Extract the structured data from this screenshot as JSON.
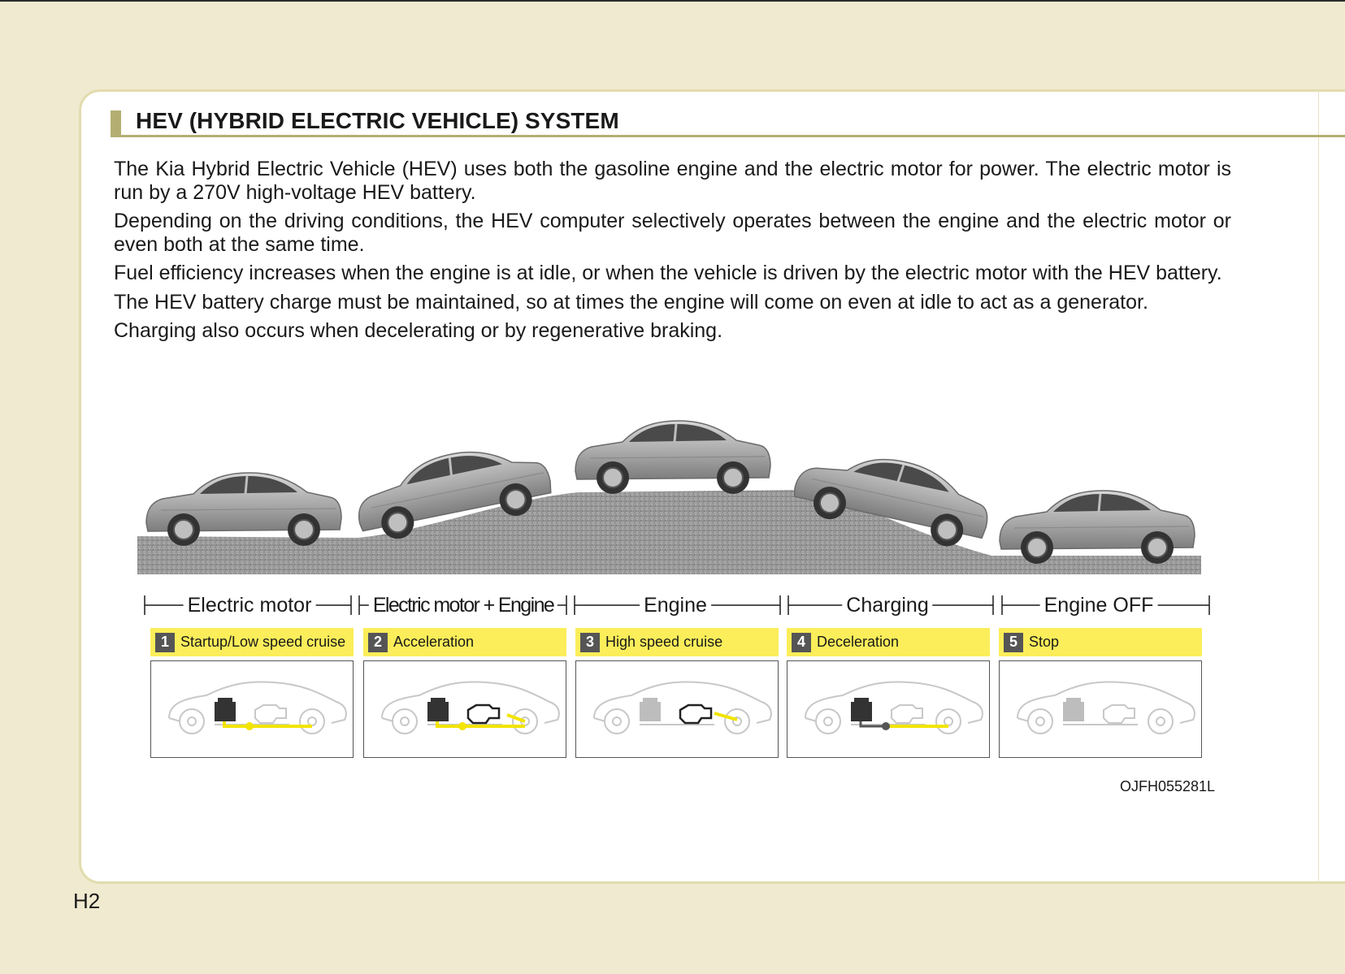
{
  "section": {
    "title": "HEV (HYBRID ELECTRIC VEHICLE) SYSTEM",
    "paragraphs": [
      "The Kia Hybrid Electric Vehicle (HEV) uses both the gasoline engine and the electric motor for power. The electric motor is run by a 270V high-voltage HEV battery.",
      "Depending on the driving conditions, the HEV computer selectively operates between the engine and the electric motor or even both at the same time.",
      "Fuel efficiency increases when the engine is at idle, or when the vehicle is driven by the electric motor with the HEV battery.",
      "The HEV battery charge must be maintained, so at times the engine will come on even at idle to act as a generator.",
      "Charging also occurs when decelerating or by regenerative braking."
    ]
  },
  "illustration": {
    "modes": [
      "Electric motor",
      "Electric motor + Engine",
      "Engine",
      "Charging",
      "Engine OFF"
    ],
    "steps": [
      {
        "number": "1",
        "label": "Startup/Low speed cruise"
      },
      {
        "number": "2",
        "label": "Acceleration"
      },
      {
        "number": "3",
        "label": "High speed cruise"
      },
      {
        "number": "4",
        "label": "Deceleration"
      },
      {
        "number": "5",
        "label": "Stop"
      }
    ],
    "code": "OJFH055281L"
  },
  "page_number": "H2",
  "colors": {
    "page_background": "#f0ead0",
    "title_accent": "#b4ae72",
    "step_highlight": "#fbee5a",
    "power_flow": "#f2e400"
  }
}
